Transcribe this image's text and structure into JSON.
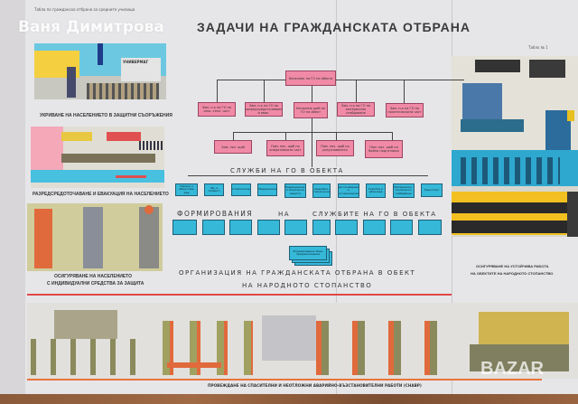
{
  "watermark": "Ваня Димитрова",
  "header_small": "Табла по гражданска отбрана за средните училища",
  "sheet_no": "Табло № 1",
  "title": "ЗАДАЧИ НА ГРАЖДАНСКАТА ОТБРАНА",
  "captions": {
    "left1": "УКРИВАНЕ НА НАСЕЛЕНИЕТО В ЗАЩИТНИ СЪОРЪЖЕНИЯ",
    "left2": "РАЗРЕДСРЕДОТОЧАВАНЕ И ЕВАКУАЦИЯ НА НАСЕЛЕНИЕТО",
    "left3a": "ОСИГУРЯВАНЕ НА НАСЕЛЕНИЕТО",
    "left3b": "С ИНДИВИДУАЛНИ СРЕДСТВА ЗА ЗАЩИТА",
    "right1a": "ОСИГУРЯВАНЕ НА УСТОЙЧИВА РАБОТА",
    "right1b": "НА ОБЕКТИТЕ НА НАРОДНОТО СТОПАНСТВО",
    "bottom": "ПРОВЕЖДАНЕ НА СПАСИТЕЛНИ И НЕОТЛОЖНИ АВАРИЙНО-ВЪЗСТАНОВИТЕЛНИ РАБОТИ (СНАВР)",
    "shop_sign": "УНИВЕРМАГ"
  },
  "org": {
    "head": "Началник на ГО на обекта",
    "level1": [
      "Зам. н-к на ГО по инж.-техн. част",
      "Зам. н-к на ГО по разредсредоточаване и евак.",
      "Началник щаб на ГО на обект",
      "Зам. н-к на ГО по материално снабдяване",
      "Зам. н-к на ГО по политическата част"
    ],
    "level2": [
      "Зам. нач. щаб",
      "Пом. нач. щаб по оперативната част",
      "Пом. нач. щаб по разузнаването",
      "Пом. нач. щаб по бойна подготовка"
    ],
    "services_label": "СЛУЖБИ НА ГО В ОБЕКТА",
    "services": [
      "Охрана и обществен ред",
      "Вр. и оповест.",
      "Противопожарна",
      "Медицинска",
      "Радиационна и химическа защита",
      "Аварийно-техническа",
      "Енергоснабдяване и светомаскировка",
      "Укрития и убежища",
      "Материално-техническо снабдяване",
      "Транспорт"
    ],
    "formations_label_1": "ФОРМИРОВАНИЯ",
    "formations_label_2": "НА",
    "formations_label_3": "СЛУЖБИТЕ НА ГО В ОБЕКТА",
    "general_formations": "Формирования общо предназначение",
    "footer_1": "ОРГАНИЗАЦИЯ НА ГРАЖДАНСКАТА ОТБРАНА В ОБЕКТ",
    "footer_2": "НА НАРОДНОТО СТОПАНСТВО"
  },
  "colors": {
    "pink": "#f08aa6",
    "blue": "#36b8d8",
    "red_line": "#e04848",
    "orange_line": "#e8743c",
    "paper": "#e6e6e9"
  },
  "logo": "BAZAR"
}
